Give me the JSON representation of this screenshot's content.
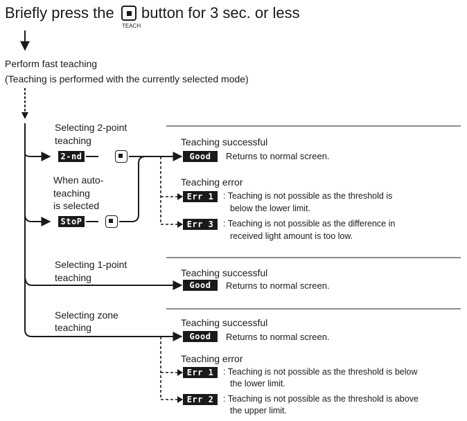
{
  "header": {
    "title_before": "Briefly press the",
    "title_after": "button for 3 sec. or less",
    "teach_label": "TEACH"
  },
  "step": {
    "title": "Perform fast teaching",
    "note": "(Teaching is performed with the currently selected mode)"
  },
  "modes": {
    "two_point": {
      "label1": "Selecting 2-point",
      "label2": "teaching",
      "display": "2-nd"
    },
    "auto": {
      "label1": "When auto-",
      "label2": "teaching",
      "label3": "is selected",
      "display": "StoP"
    },
    "one_point": {
      "label1": "Selecting 1-point",
      "label2": "teaching"
    },
    "zone": {
      "label1": "Selecting zone",
      "label2": "teaching"
    }
  },
  "results": {
    "success_title": "Teaching successful",
    "success_display": "Good",
    "success_text": "Returns to normal screen.",
    "error_title": "Teaching error",
    "err1_display": "Err 1",
    "err3_display": "Err 3",
    "err2_display": "Err 2",
    "g1_err1_line1": ": Teaching is not possible as the threshold is",
    "g1_err1_line2": "below the lower limit.",
    "g1_err3_line1": ": Teaching is not possible as the difference in",
    "g1_err3_line2": "received light amount is too low.",
    "g3_err1_line1": ": Teaching is not possible as the threshold is below",
    "g3_err1_line2": "the lower limit.",
    "g3_err2_line1": ": Teaching is not possible as the threshold is above",
    "g3_err2_line2": "the upper limit."
  }
}
